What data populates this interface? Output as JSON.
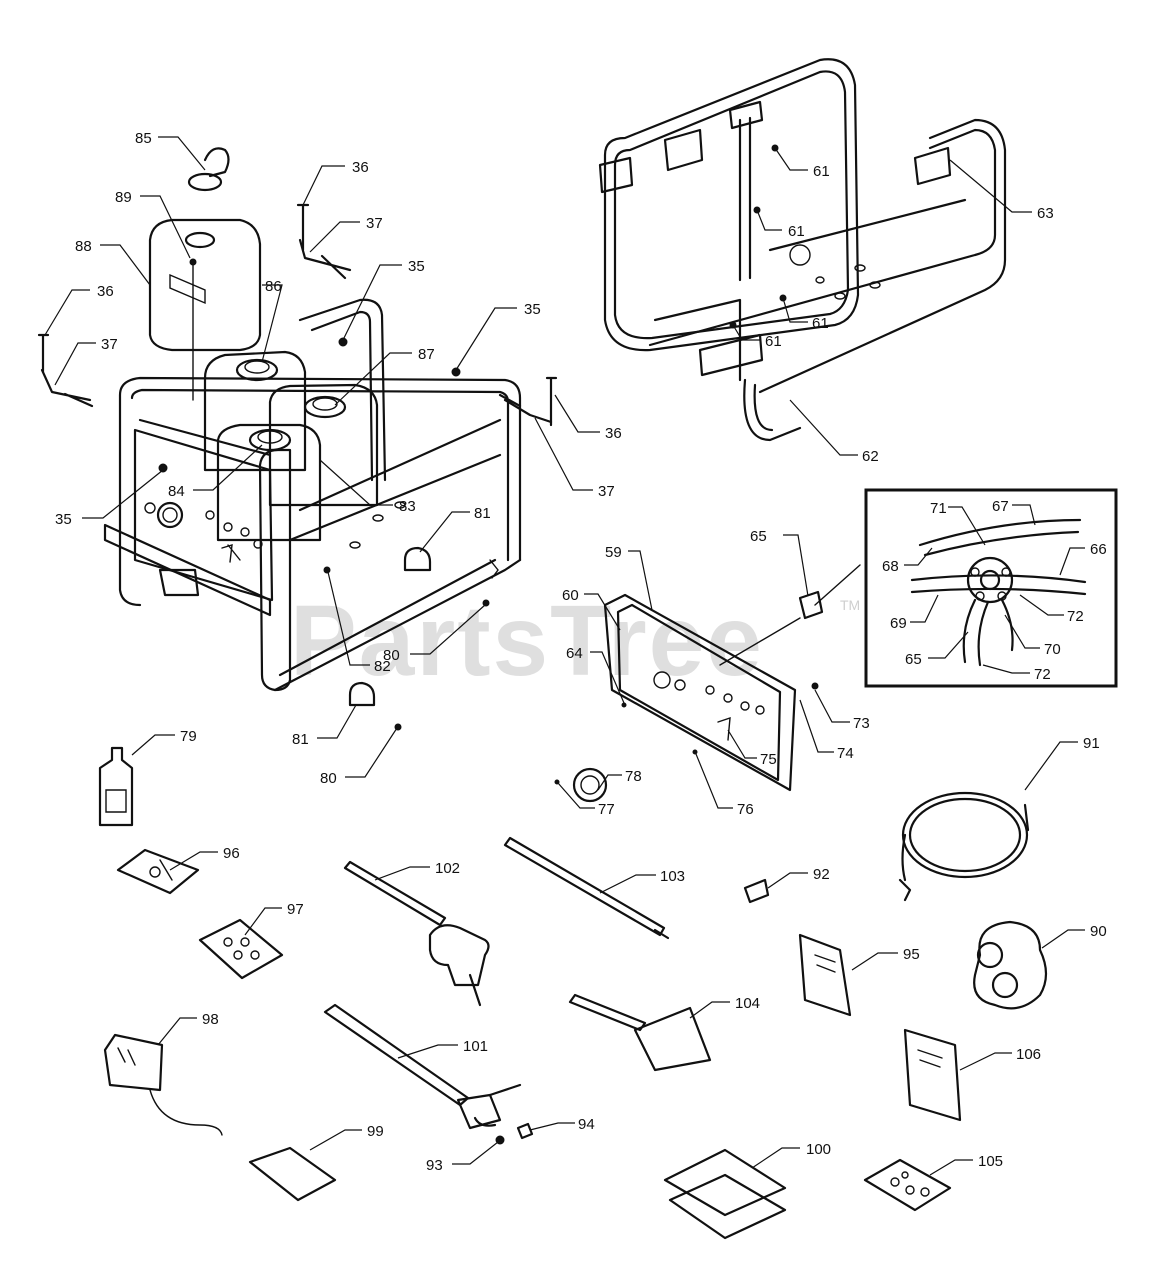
{
  "watermark": {
    "text": "PartsTree",
    "trademark": "TM"
  },
  "callouts": [
    {
      "id": "c85a",
      "label": "85"
    },
    {
      "id": "c36a",
      "label": "36"
    },
    {
      "id": "c89",
      "label": "89"
    },
    {
      "id": "c37a",
      "label": "37"
    },
    {
      "id": "c88",
      "label": "88"
    },
    {
      "id": "c35a",
      "label": "35"
    },
    {
      "id": "c36b",
      "label": "36"
    },
    {
      "id": "c86",
      "label": "86"
    },
    {
      "id": "c35b",
      "label": "35"
    },
    {
      "id": "c37b",
      "label": "37"
    },
    {
      "id": "c87",
      "label": "87"
    },
    {
      "id": "c36c",
      "label": "36"
    },
    {
      "id": "c84",
      "label": "84"
    },
    {
      "id": "c83",
      "label": "83"
    },
    {
      "id": "c37c",
      "label": "37"
    },
    {
      "id": "c35c",
      "label": "35"
    },
    {
      "id": "c81a",
      "label": "81"
    },
    {
      "id": "c82",
      "label": "82"
    },
    {
      "id": "c80a",
      "label": "80"
    },
    {
      "id": "c81b",
      "label": "81"
    },
    {
      "id": "c80b",
      "label": "80"
    },
    {
      "id": "c79",
      "label": "79"
    },
    {
      "id": "c61a",
      "label": "61"
    },
    {
      "id": "c61b",
      "label": "61"
    },
    {
      "id": "c63",
      "label": "63"
    },
    {
      "id": "c61c",
      "label": "61"
    },
    {
      "id": "c61d",
      "label": "61"
    },
    {
      "id": "c62",
      "label": "62"
    },
    {
      "id": "c71",
      "label": "71"
    },
    {
      "id": "c67",
      "label": "67"
    },
    {
      "id": "c66",
      "label": "66"
    },
    {
      "id": "c68",
      "label": "68"
    },
    {
      "id": "c69",
      "label": "69"
    },
    {
      "id": "c72a",
      "label": "72"
    },
    {
      "id": "c70",
      "label": "70"
    },
    {
      "id": "c65a",
      "label": "65"
    },
    {
      "id": "c72b",
      "label": "72"
    },
    {
      "id": "c65b",
      "label": "65"
    },
    {
      "id": "c59",
      "label": "59"
    },
    {
      "id": "c60",
      "label": "60"
    },
    {
      "id": "c64",
      "label": "64"
    },
    {
      "id": "c73",
      "label": "73"
    },
    {
      "id": "c74",
      "label": "74"
    },
    {
      "id": "c78",
      "label": "78"
    },
    {
      "id": "c75",
      "label": "75"
    },
    {
      "id": "c77",
      "label": "77"
    },
    {
      "id": "c76",
      "label": "76"
    },
    {
      "id": "c91",
      "label": "91"
    },
    {
      "id": "c96",
      "label": "96"
    },
    {
      "id": "c102",
      "label": "102"
    },
    {
      "id": "c103",
      "label": "103"
    },
    {
      "id": "c92",
      "label": "92"
    },
    {
      "id": "c97",
      "label": "97"
    },
    {
      "id": "c95",
      "label": "95"
    },
    {
      "id": "c90",
      "label": "90"
    },
    {
      "id": "c98",
      "label": "98"
    },
    {
      "id": "c104",
      "label": "104"
    },
    {
      "id": "c101",
      "label": "101"
    },
    {
      "id": "c106",
      "label": "106"
    },
    {
      "id": "c99",
      "label": "99"
    },
    {
      "id": "c94",
      "label": "94"
    },
    {
      "id": "c93",
      "label": "93"
    },
    {
      "id": "c100",
      "label": "100"
    },
    {
      "id": "c105",
      "label": "105"
    }
  ]
}
